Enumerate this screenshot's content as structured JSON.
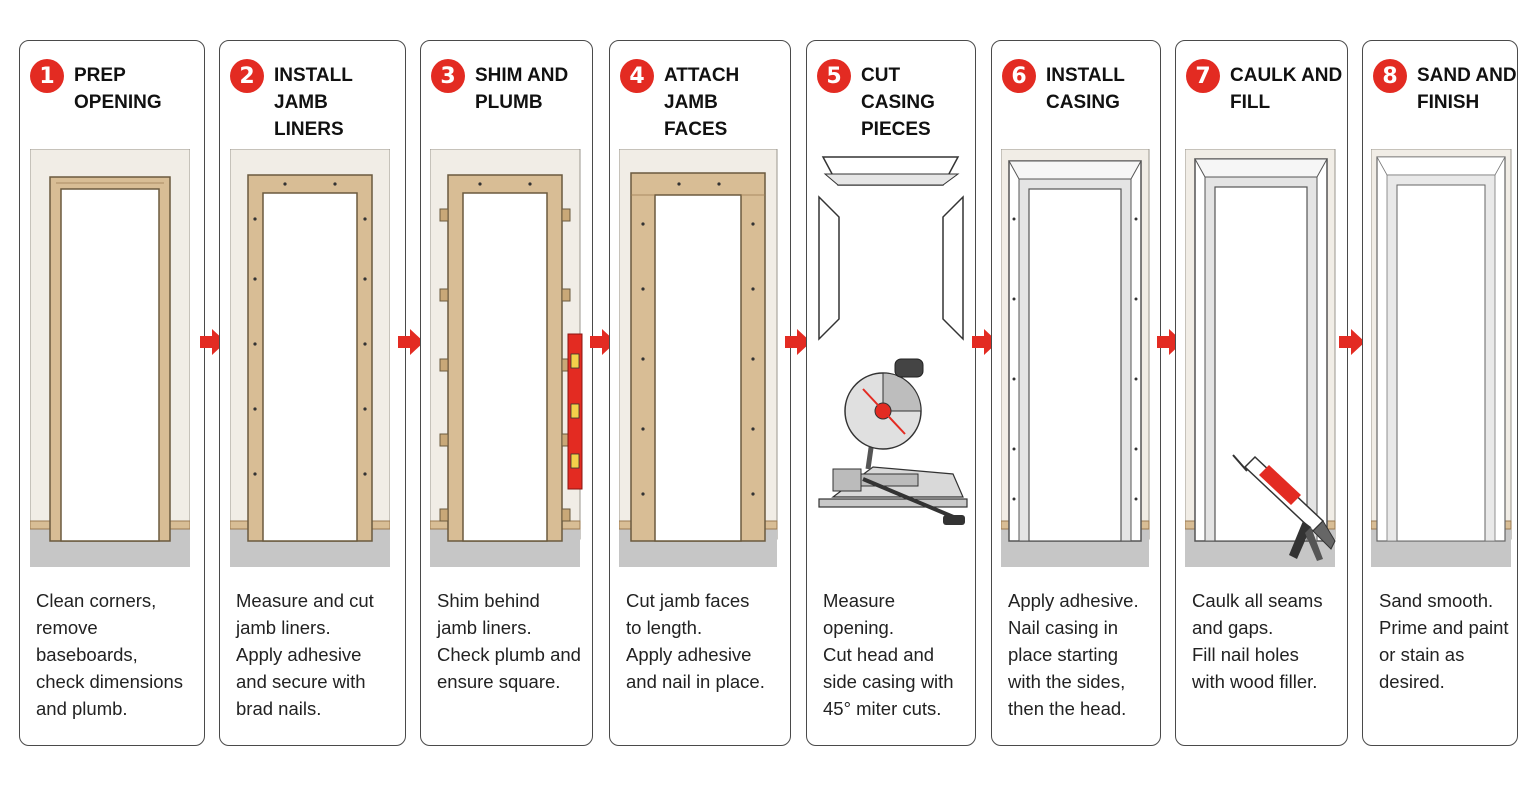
{
  "colors": {
    "accent": "#e32b22",
    "wood": "#d8bd95",
    "wall": "#f1ede6",
    "floor": "#c6c6c6"
  },
  "steps": [
    {
      "number": "1",
      "title": "PREP OPENING",
      "desc": "Clean corners,\nremove baseboards,\ncheck dimensions\nand plumb."
    },
    {
      "number": "2",
      "title": "INSTALL JAMB\nLINERS",
      "desc": "Measure and cut\njamb liners.\nApply adhesive\nand secure with\nbrad nails."
    },
    {
      "number": "3",
      "title": "SHIM AND\nPLUMB",
      "desc": "Shim behind\njamb liners.\nCheck plumb and\nensure square."
    },
    {
      "number": "4",
      "title": "ATTACH JAMB\nFACES",
      "desc": "Cut jamb faces\nto length.\nApply adhesive\nand nail in place."
    },
    {
      "number": "5",
      "title": "CUT CASING\nPIECES",
      "desc": "Measure opening.\nCut head and\nside casing with\n45° miter cuts."
    },
    {
      "number": "6",
      "title": "INSTALL\nCASING",
      "desc": "Apply adhesive.\nNail casing in\nplace starting\nwith the sides,\nthen the head."
    },
    {
      "number": "7",
      "title": "CAULK AND\nFILL",
      "desc": "Caulk all seams\nand gaps.\nFill nail holes\nwith wood filler."
    },
    {
      "number": "8",
      "title": "SAND AND\nFINISH",
      "desc": "Sand smooth.\nPrime and paint\nor stain as\ndesired."
    }
  ]
}
